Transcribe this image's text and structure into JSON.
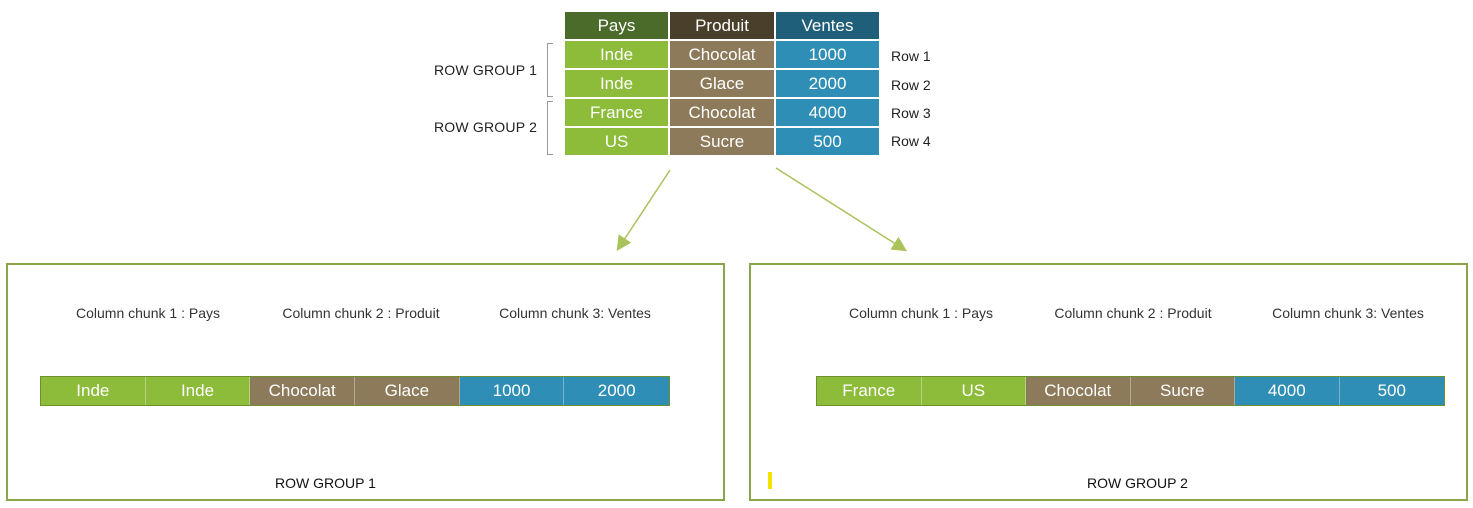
{
  "source_table": {
    "headers": [
      "Pays",
      "Produit",
      "Ventes"
    ],
    "rows": [
      [
        "Inde",
        "Chocolat",
        "1000"
      ],
      [
        "Inde",
        "Glace",
        "2000"
      ],
      [
        "France",
        "Chocolat",
        "4000"
      ],
      [
        "US",
        "Sucre",
        "500"
      ]
    ],
    "row_labels": [
      "Row 1",
      "Row 2",
      "Row 3",
      "Row 4"
    ],
    "group_labels": [
      "ROW GROUP 1",
      "ROW GROUP 2"
    ]
  },
  "row_groups": [
    {
      "title": "ROW GROUP 1",
      "chunk_labels": [
        "Column chunk 1 : Pays",
        "Column chunk  2 : Produit",
        "Column chunk 3: Ventes"
      ],
      "cells": [
        "Inde",
        "Inde",
        "Chocolat",
        "Glace",
        "1000",
        "2000"
      ]
    },
    {
      "title": "ROW GROUP 2",
      "chunk_labels": [
        "Column chunk 1 : Pays",
        "Column chunk  2 : Produit",
        "Column chunk 3: Ventes"
      ],
      "cells": [
        "France",
        "US",
        "Chocolat",
        "Sucre",
        "4000",
        "500"
      ]
    }
  ],
  "colors": {
    "pays": "#8dbb3a",
    "produit": "#8c7a5a",
    "ventes": "#2e8eb6",
    "panel_border": "#8aa64a",
    "arrow": "#a9c25a"
  }
}
